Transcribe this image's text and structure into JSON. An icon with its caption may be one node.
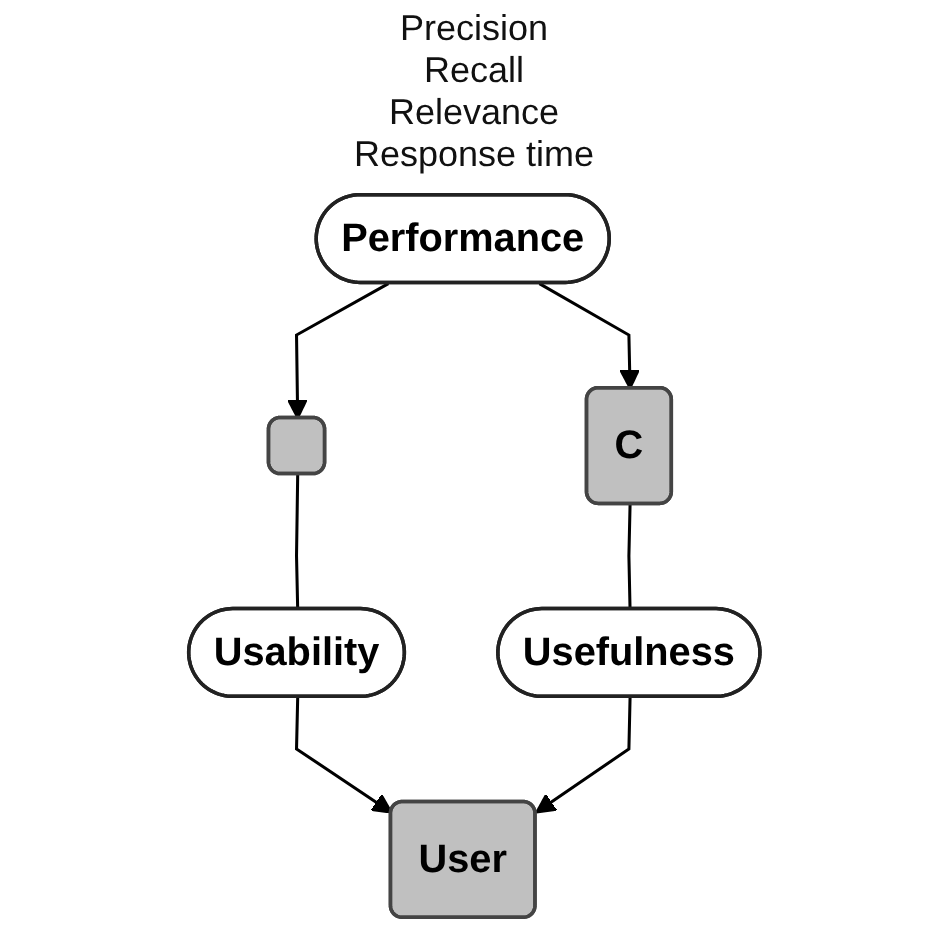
{
  "diagram": {
    "nodes": [
      {
        "text": [],
        "shape": "box"
      },
      {
        "text": [
          "Performance"
        ],
        "beside": [
          "Precision",
          "Recall",
          "Relevance",
          "Response time"
        ]
      },
      {
        "text": [
          "C"
        ]
      },
      {
        "text": [
          "Usability"
        ]
      },
      {
        "text": [
          "Usefulness"
        ]
      },
      {
        "text": [
          "User"
        ]
      }
    ],
    "edges": [
      {
        "from": 1,
        "to": 0,
        "arrow": "to"
      },
      {
        "from": 1,
        "to": 2,
        "arrow": "to"
      },
      {
        "from": 0,
        "to": 3,
        "arrow": "none"
      },
      {
        "from": 2,
        "to": 4,
        "arrow": "none"
      },
      {
        "from": 3,
        "to": 5,
        "arrow": "to"
      },
      {
        "from": 4,
        "to": 5,
        "arrow": "to"
      }
    ]
  }
}
